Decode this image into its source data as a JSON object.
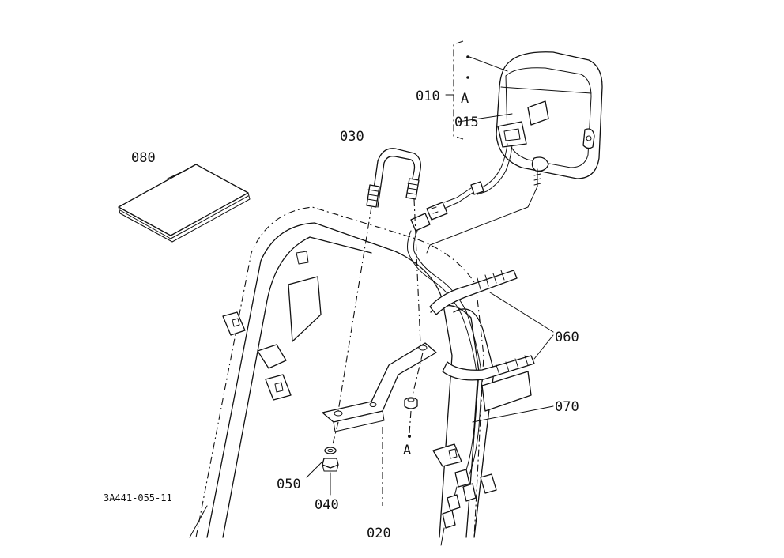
{
  "drawing_code": "3A441-055-11",
  "callouts": {
    "c010": "010",
    "c015": "015",
    "c020": "020",
    "c030": "030",
    "c040": "040",
    "c050": "050",
    "c060": "060",
    "c070": "070",
    "c080": "080"
  },
  "reference_marks": {
    "top": "A",
    "bottom": "A"
  }
}
